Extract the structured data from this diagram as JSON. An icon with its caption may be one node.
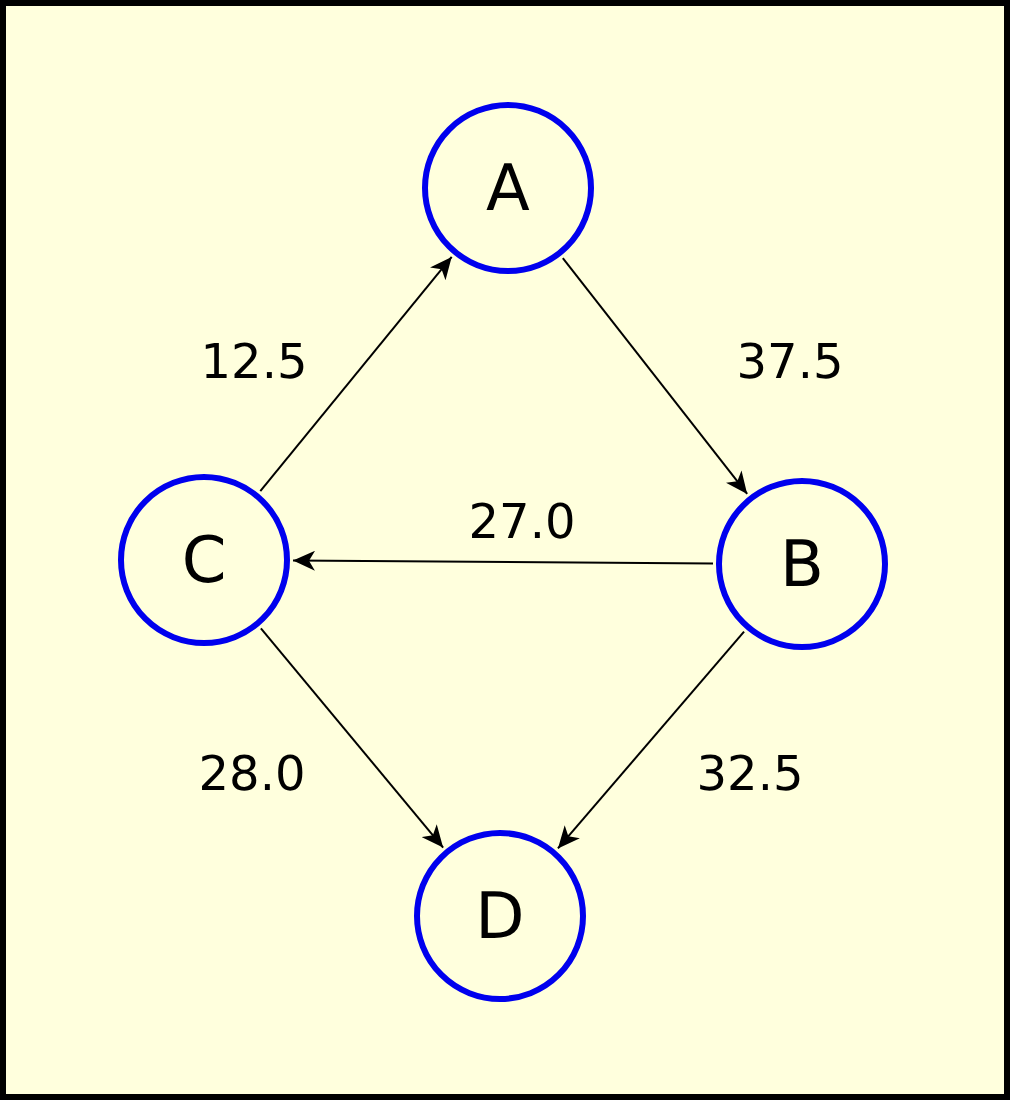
{
  "diagram": {
    "nodes": [
      {
        "text": [
          "A"
        ]
      },
      {
        "text": [
          "B"
        ]
      },
      {
        "text": [
          "C"
        ]
      },
      {
        "text": [
          "D"
        ]
      }
    ],
    "edges": [
      {
        "from": 2,
        "to": 0,
        "arrow": "to",
        "label": "12.5"
      },
      {
        "from": 0,
        "to": 1,
        "arrow": "to",
        "label": "37.5"
      },
      {
        "from": 1,
        "to": 2,
        "arrow": "to",
        "label": "27.0"
      },
      {
        "from": 2,
        "to": 3,
        "arrow": "to",
        "label": "28.0"
      },
      {
        "from": 1,
        "to": 3,
        "arrow": "to",
        "label": "32.5"
      }
    ]
  }
}
